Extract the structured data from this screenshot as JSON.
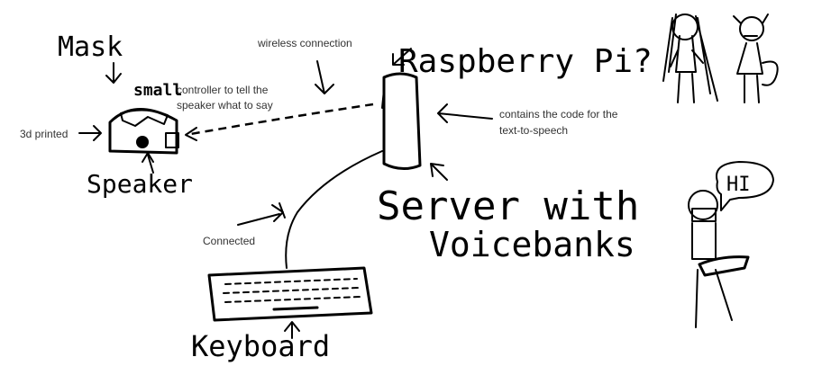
{
  "labels": {
    "mask": "Mask",
    "small": "small",
    "controller_line1": "controller to tell the",
    "controller_line2": "speaker what to say",
    "wireless": "wireless connection",
    "raspberry": "Raspberry Pi?",
    "contains_line1": "contains the code for the",
    "contains_line2": "text-to-speech",
    "printed": "3d printed",
    "speaker": "Speaker",
    "server_line1": "Server with",
    "server_line2": "Voicebanks",
    "connected": "Connected",
    "keyboard": "Keyboard",
    "speech_bubble": "HI"
  },
  "colors": {
    "ink": "#000000",
    "typed_text": "#333333",
    "background": "#ffffff"
  }
}
